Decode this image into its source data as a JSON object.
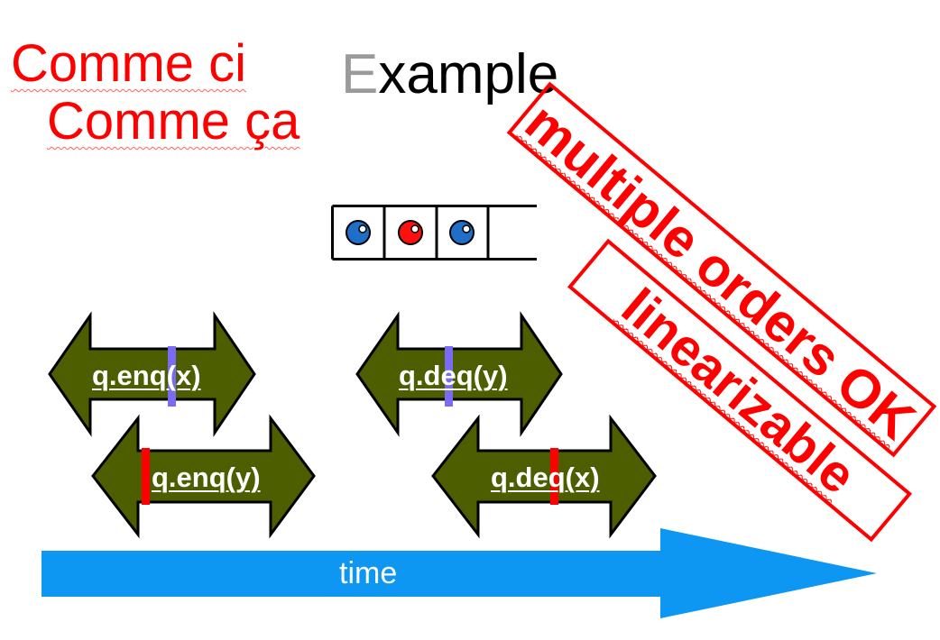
{
  "title": {
    "first_letter": "E",
    "rest": "xample"
  },
  "annotations": {
    "line1": "Comme ci",
    "line2": "Comme ça",
    "stamp_multiple": "multiple orders OK",
    "stamp_linearizable": "linearizable"
  },
  "queue": {
    "items": [
      {
        "color": "#1f6fc9"
      },
      {
        "color": "#ff1010"
      },
      {
        "color": "#1f6fc9"
      }
    ]
  },
  "operations": [
    {
      "label": "q.enq(x)",
      "marker_color": "#7a6cf2"
    },
    {
      "label": "q.enq(y)",
      "marker_color": "#ff0000"
    },
    {
      "label": "q.deq(y)",
      "marker_color": "#7a6cf2"
    },
    {
      "label": "q.deq(x)",
      "marker_color": "#ff0000"
    }
  ],
  "time_axis": {
    "label": "time",
    "color": "#0d96f2"
  },
  "colors": {
    "arrow_fill": "#4d5e00",
    "arrow_stroke": "#000000",
    "stamp": "#ff0000"
  }
}
